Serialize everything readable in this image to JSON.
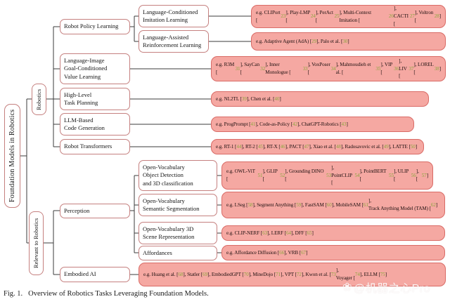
{
  "figure": {
    "caption_label": "Fig. 1.",
    "caption_text": "Overview of Robotics Tasks Leveraging Foundation Models.",
    "watermark": "@机器之心Pro",
    "watermark_icon": "flower-logo-icon"
  },
  "colors": {
    "leaf_fill": "#f5a8a2",
    "leaf_border": "#d96b66",
    "node_border": "#c5807f",
    "reference_number_green": "#8ba83e",
    "connector_line": "#3b3b3b"
  },
  "tree": {
    "root": {
      "label": "Foundation Models in Robotics"
    },
    "branches": [
      {
        "label": "Robotics"
      },
      {
        "label": "Relevant to Robotics"
      }
    ],
    "categories": [
      {
        "label": "Robot Policy Learning"
      },
      {
        "label": "Language-Image\nGoal-Conditioned\nValue Learning"
      },
      {
        "label": "High-Level\nTask Planning"
      },
      {
        "label": "LLM-Based\nCode Generation"
      },
      {
        "label": "Robot Transformers"
      },
      {
        "label": "Perception"
      },
      {
        "label": "Embodied AI"
      }
    ],
    "subcategories": [
      {
        "label": "Language-Conditioned\nImitation Learning"
      },
      {
        "label": "Language-Assisted\nReinforcement Learning"
      },
      {
        "label": "Open-Vocabulary\nObject Detection\nand 3D classification"
      },
      {
        "label": "Open-Vocabulary\nSemantic Segmentation"
      },
      {
        "label": "Open-Vocabulary 3D\nScene Representation"
      },
      {
        "label": "Affordances"
      }
    ],
    "examples": [
      {
        "text": "e.g. CLIPort [23], Play-LMP [24], PerAct [25], Multi-Context Imitation [26],\nCACTI [27], Voltron [28]"
      },
      {
        "text": "e.g. Adaptive Agent (AdA) [29], Palo et al. [30]"
      },
      {
        "text": "e.g. R3M [31], SayCan [32], Inner Monologue [33], VoxPoser [34], Mahmoudieh et al. [35], VIP [36],\nLIV [37], LOREL [38]"
      },
      {
        "text": "e.g. NL2TL [39], Chen et al. [40]"
      },
      {
        "text": "e.g. ProgPrompt [41], Code-as-Policy [42], ChatGPT-Robotics [43]"
      },
      {
        "text": "e.g. RT-1 [44], RT-2 [45], RT-X [46], PACT [47], Xiao et al. [48], Radosavovic et al. [49], LATTE [50]"
      },
      {
        "text": "e.g. OWL-ViT [51], GLIP [52], Grounding DINO [53],\nPointCLIP [54], PointBERT [55], ULIP [56], [57]"
      },
      {
        "text": "e.g. LSeg [58], Segment Anything [59], FastSAM [60], MobileSAM [61],\nTrack Anything Model (TAM) [62]"
      },
      {
        "text": "e.g. CLIP-NERF [63], LERF [64], DFF [65]"
      },
      {
        "text": "e.g. Affordance Diffusion [66], VRB [67]"
      },
      {
        "text": "e.g. Huang et al. [68], Statler [69], EmbodiedGPT [70], MineDojo [71], VPT [72], Kwon et al. [73],\nVoyager [74], ELLM [75]"
      }
    ]
  }
}
